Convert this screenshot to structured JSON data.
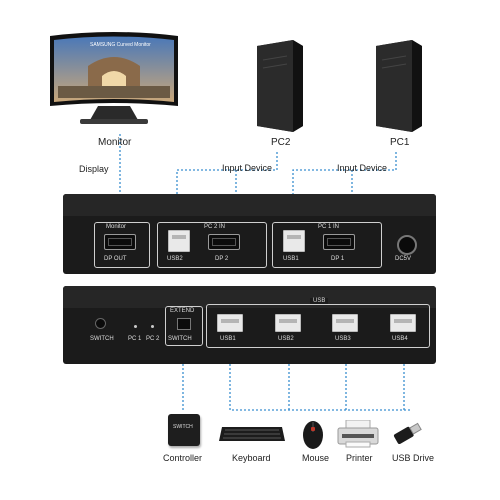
{
  "labels": {
    "monitor": "Monitor",
    "pc2": "PC2",
    "pc1": "PC1",
    "display": "Display",
    "input_device_left": "Input Device",
    "input_device_right": "Input Device",
    "monitor_screen_brand": "SAMSUNG Curved Monitor"
  },
  "rear_panel": {
    "monitor": "Monitor",
    "dp_out": "DP OUT",
    "pc2_in": "PC 2 IN",
    "usb2": "USB2",
    "dp2": "DP 2",
    "pc1_in": "PC 1 IN",
    "usb1": "USB1",
    "dp1": "DP 1",
    "dc5v": "DC5V"
  },
  "front_panel": {
    "switch": "SWITCH",
    "pc1": "PC 1",
    "pc2": "PC 2",
    "extend": "EXTEND",
    "extend_switch": "SWITCH",
    "usb": "USB",
    "usb1": "USB1",
    "usb2": "USB2",
    "usb3": "USB3",
    "usb4": "USB4"
  },
  "devices": {
    "controller": "Controller",
    "controller_tag": "SWITCH",
    "keyboard": "Keyboard",
    "mouse": "Mouse",
    "printer": "Printer",
    "usb_drive": "USB Drive"
  },
  "colors": {
    "connector_line": "#3a8fd0",
    "device_body": "#1b1b1b",
    "panel_outline": "#cfcfcf"
  },
  "icons": [
    "monitor-icon",
    "pc-tower-icon",
    "controller-icon",
    "keyboard-icon",
    "mouse-icon",
    "printer-icon",
    "usb-drive-icon"
  ]
}
